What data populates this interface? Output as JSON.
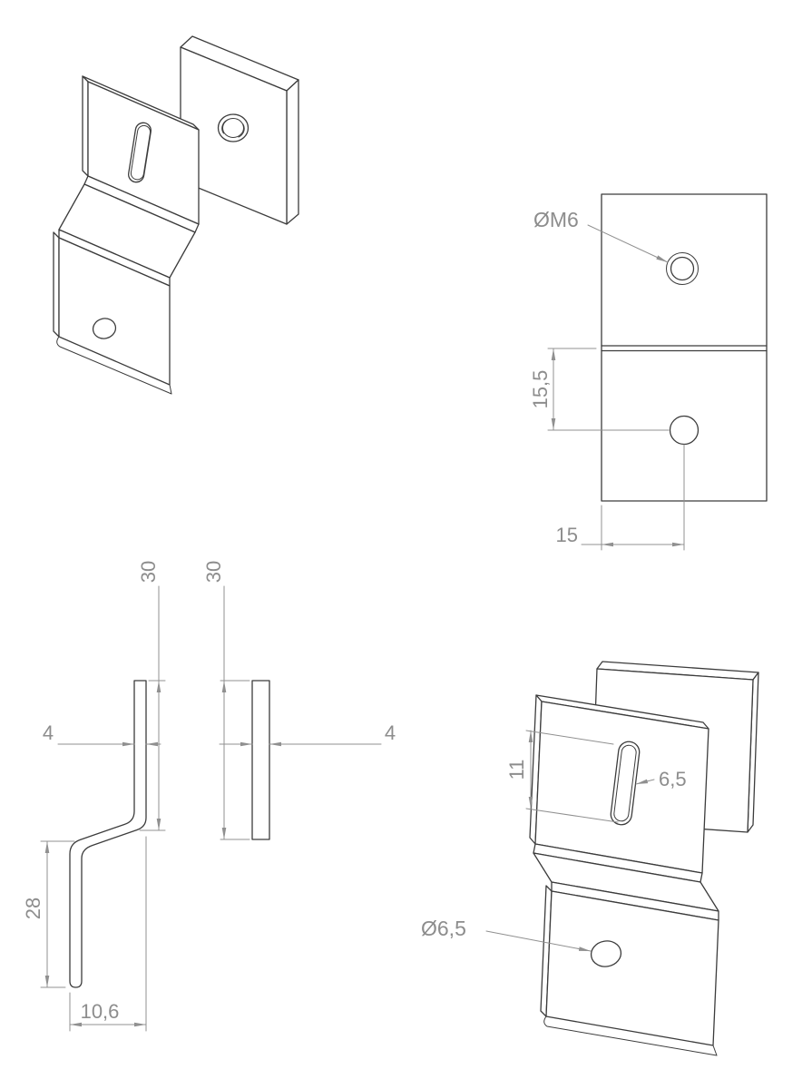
{
  "colors": {
    "edge_line": "#3c3c3c",
    "dimension_line": "#909090",
    "dimension_text": "#8d8d8d",
    "background": "#ffffff"
  },
  "views": {
    "front_view": {
      "thread_callout": "ØM6",
      "dim_vertical": "15,5",
      "dim_horizontal": "15"
    },
    "side_view": {
      "dim_bracket_height": "30",
      "dim_plate_height": "30",
      "dim_bracket_thickness": "4",
      "dim_plate_thickness": "4",
      "dim_lower_flange": "28",
      "dim_step_width": "10,6"
    },
    "detail_view": {
      "dim_slot_length": "11",
      "dim_slot_width": "6,5",
      "hole_callout": "Ø6,5"
    }
  }
}
